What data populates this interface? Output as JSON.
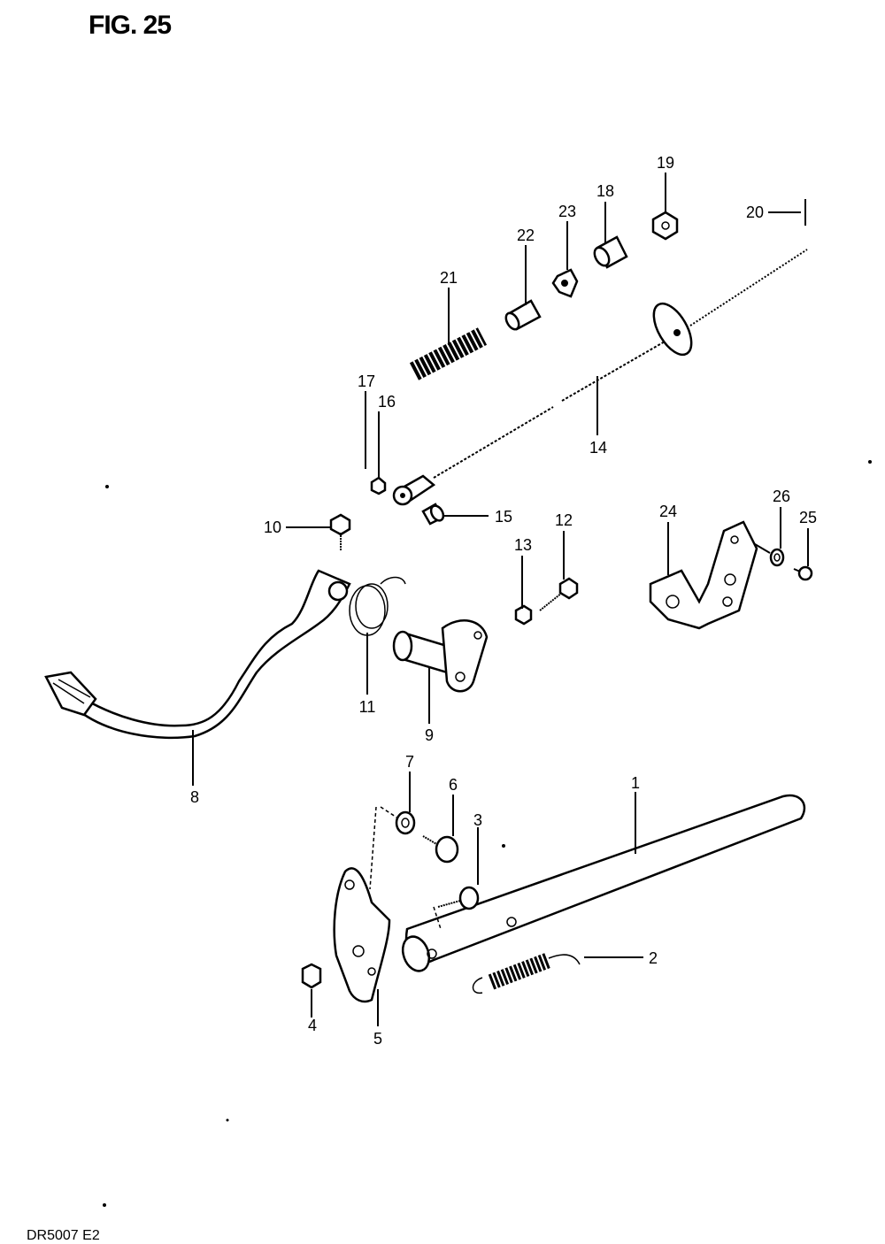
{
  "figure": {
    "title": "FIG. 25",
    "code": "DR5007 E2"
  },
  "callouts": [
    {
      "id": "c1",
      "label": "1"
    },
    {
      "id": "c2",
      "label": "2"
    },
    {
      "id": "c3",
      "label": "3"
    },
    {
      "id": "c4",
      "label": "4"
    },
    {
      "id": "c5",
      "label": "5"
    },
    {
      "id": "c6",
      "label": "6"
    },
    {
      "id": "c7",
      "label": "7"
    },
    {
      "id": "c8",
      "label": "8"
    },
    {
      "id": "c9",
      "label": "9"
    },
    {
      "id": "c10",
      "label": "10"
    },
    {
      "id": "c11",
      "label": "11"
    },
    {
      "id": "c12",
      "label": "12"
    },
    {
      "id": "c13",
      "label": "13"
    },
    {
      "id": "c14",
      "label": "14"
    },
    {
      "id": "c15",
      "label": "15"
    },
    {
      "id": "c16",
      "label": "16"
    },
    {
      "id": "c17",
      "label": "17"
    },
    {
      "id": "c18",
      "label": "18"
    },
    {
      "id": "c19",
      "label": "19"
    },
    {
      "id": "c20",
      "label": "20"
    },
    {
      "id": "c21",
      "label": "21"
    },
    {
      "id": "c22",
      "label": "22"
    },
    {
      "id": "c23",
      "label": "23"
    },
    {
      "id": "c24",
      "label": "24"
    },
    {
      "id": "c25",
      "label": "25"
    },
    {
      "id": "c26",
      "label": "26"
    }
  ]
}
